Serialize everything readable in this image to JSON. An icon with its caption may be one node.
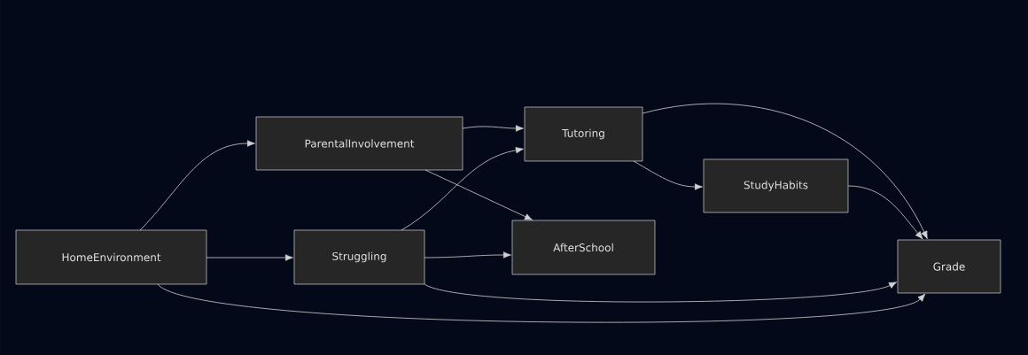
{
  "diagram": {
    "nodes": [
      {
        "text": [
          "HomeEnvironment"
        ]
      },
      {
        "text": [
          "ParentalInvolvement"
        ]
      },
      {
        "text": [
          "Struggling"
        ]
      },
      {
        "text": [
          "Tutoring"
        ]
      },
      {
        "text": [
          "AfterSchool"
        ]
      },
      {
        "text": [
          "StudyHabits"
        ]
      },
      {
        "text": [
          "Grade"
        ]
      }
    ],
    "edges": [
      {
        "from": 0,
        "to": 1,
        "arrow": "to"
      },
      {
        "from": 0,
        "to": 2,
        "arrow": "to"
      },
      {
        "from": 0,
        "to": 6,
        "arrow": "to"
      },
      {
        "from": 1,
        "to": 3,
        "arrow": "to"
      },
      {
        "from": 1,
        "to": 4,
        "arrow": "to"
      },
      {
        "from": 2,
        "to": 3,
        "arrow": "to"
      },
      {
        "from": 2,
        "to": 4,
        "arrow": "to"
      },
      {
        "from": 2,
        "to": 6,
        "arrow": "to"
      },
      {
        "from": 3,
        "to": 5,
        "arrow": "to"
      },
      {
        "from": 3,
        "to": 6,
        "arrow": "to"
      },
      {
        "from": 5,
        "to": 6,
        "arrow": "to"
      }
    ]
  }
}
